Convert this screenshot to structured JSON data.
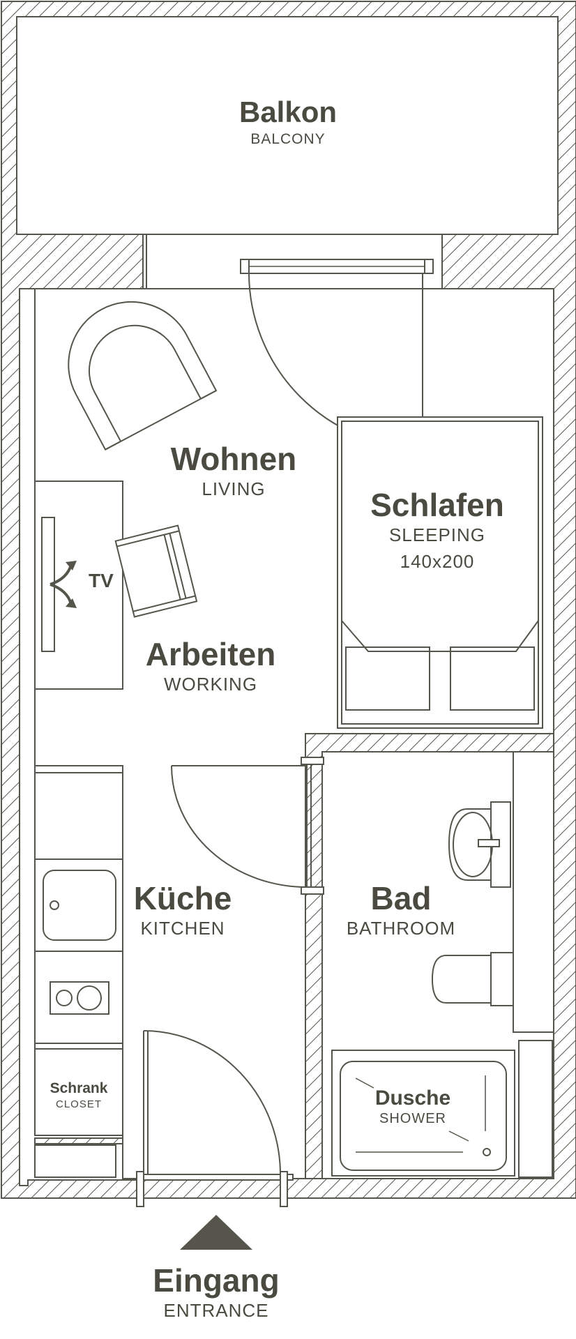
{
  "rooms": {
    "balcony": {
      "title": "Balkon",
      "subtitle": "BALCONY"
    },
    "living": {
      "title": "Wohnen",
      "subtitle": "LIVING"
    },
    "sleeping": {
      "title": "Schlafen",
      "subtitle": "SLEEPING",
      "size": "140x200"
    },
    "working": {
      "title": "Arbeiten",
      "subtitle": "WORKING"
    },
    "tv": {
      "label": "TV"
    },
    "kitchen": {
      "title": "Küche",
      "subtitle": "KITCHEN"
    },
    "bathroom": {
      "title": "Bad",
      "subtitle": "BATHROOM"
    },
    "closet": {
      "title": "Schrank",
      "subtitle": "CLOSET"
    },
    "shower": {
      "title": "Dusche",
      "subtitle": "SHOWER"
    },
    "entrance": {
      "title": "Eingang",
      "subtitle": "ENTRANCE"
    }
  },
  "colors": {
    "line": "#55554b",
    "text": "#4a4a40",
    "background": "#ffffff"
  }
}
